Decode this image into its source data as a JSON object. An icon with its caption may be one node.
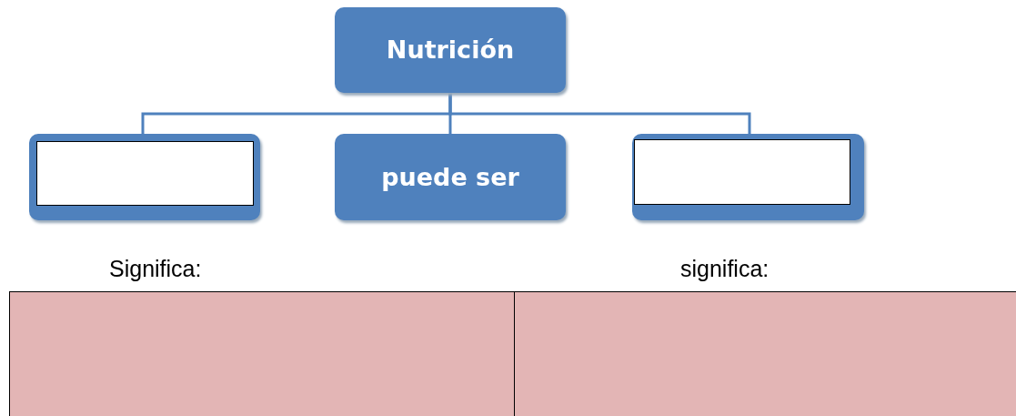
{
  "diagram": {
    "nodes": [
      {
        "text": [
          "Nutrición"
        ]
      },
      {
        "text": [],
        "shape": "box"
      },
      {
        "text": [
          "puede ser"
        ]
      },
      {
        "text": [],
        "shape": "box"
      }
    ],
    "edges": [
      {
        "from": 0,
        "to": 1,
        "arrow": "none"
      },
      {
        "from": 0,
        "to": 2,
        "arrow": "none"
      },
      {
        "from": 0,
        "to": 3,
        "arrow": "none"
      }
    ],
    "labels": [
      "Significa:",
      "significa:"
    ]
  }
}
